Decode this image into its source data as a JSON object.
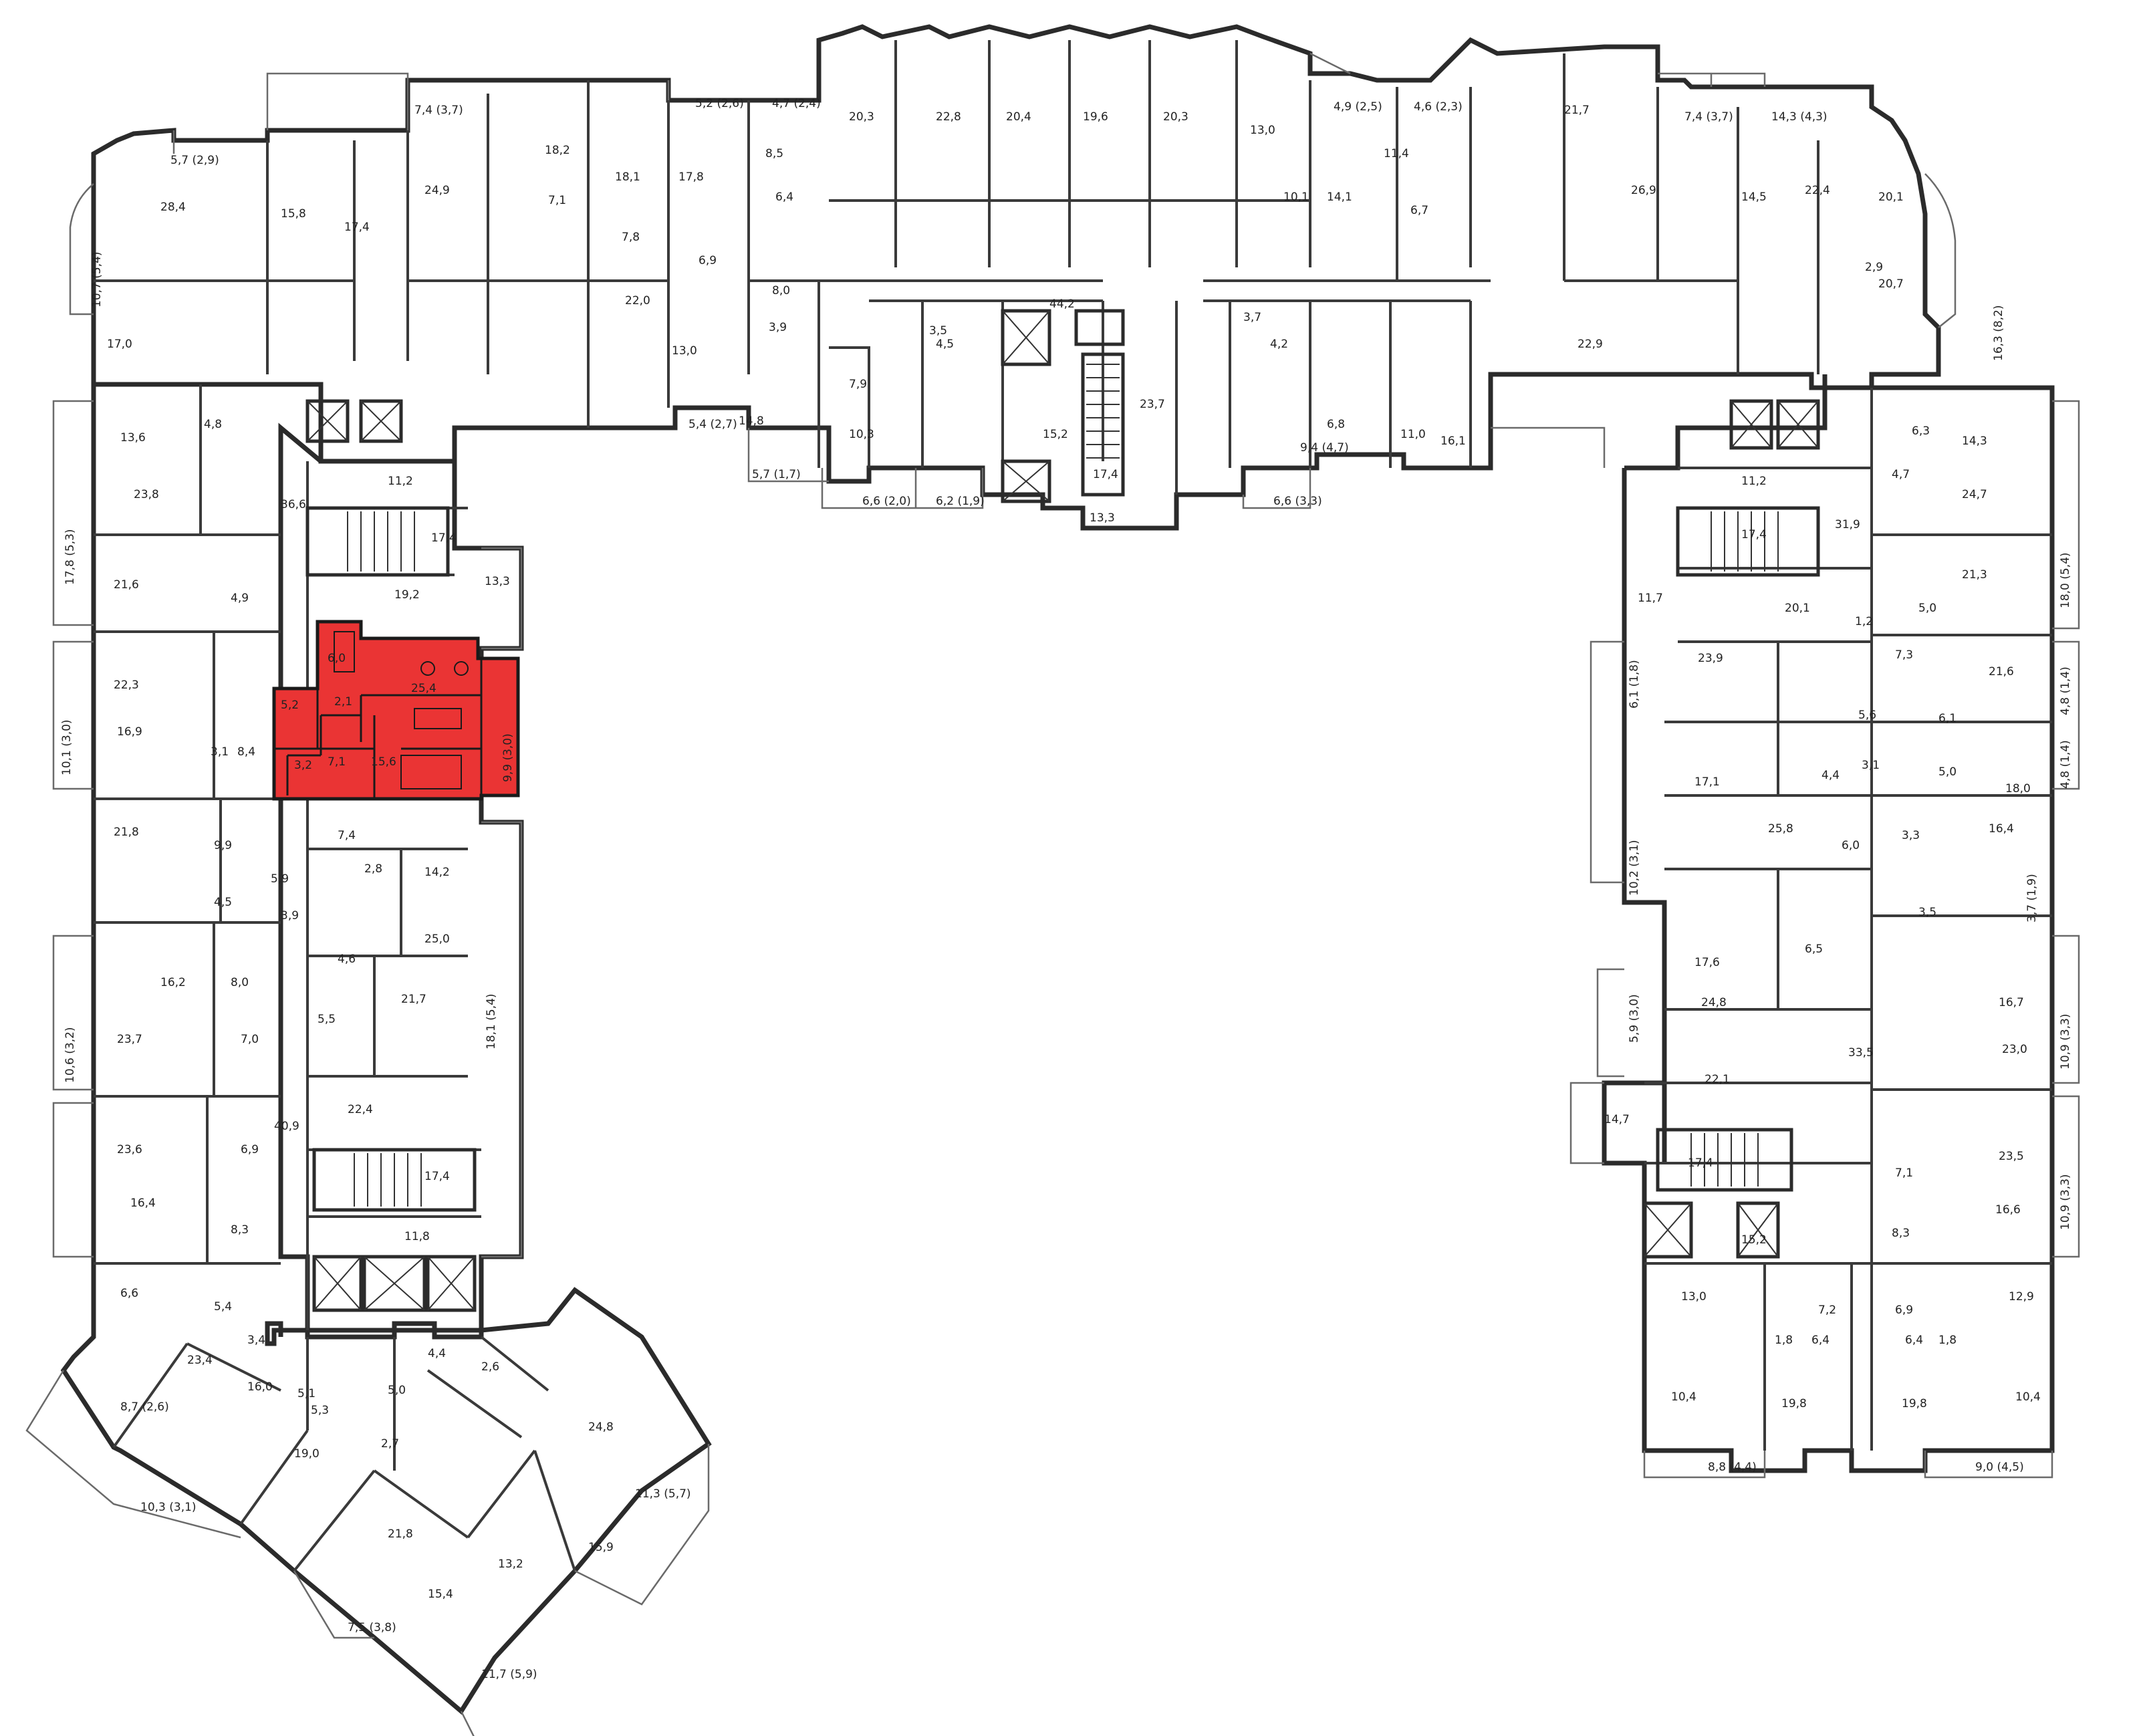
{
  "plan": {
    "highlight_color": "#ea3434",
    "highlighted_unit": {
      "rooms": [
        "6,0",
        "25,4",
        "5,2",
        "2,1",
        "3,2",
        "7,1",
        "15,6"
      ],
      "balcony": "9,9 (3,0)"
    },
    "room_labels_top": [
      "5,7 (2,9)",
      "28,4",
      "15,8",
      "17,4",
      "24,9",
      "7,4 (3,7)",
      "18,2",
      "18,1",
      "7,1",
      "7,8",
      "17,8",
      "5,2 (2,6)",
      "4,7 (2,4)",
      "8,5",
      "6,4",
      "6,9",
      "8,0",
      "3,9",
      "13,0",
      "22,0",
      "14,8",
      "20,3",
      "22,8",
      "20,4",
      "19,6",
      "20,3",
      "13,0",
      "4,9 (2,5)",
      "4,6 (2,3)",
      "11,4",
      "14,1",
      "6,7",
      "10,1",
      "21,7",
      "26,9",
      "7,4 (3,7)",
      "14,3 (4,3)",
      "22,4",
      "14,5",
      "20,1",
      "20,7",
      "2,9",
      "44,2",
      "23,7",
      "15,2",
      "17,4",
      "13,3",
      "10,3",
      "7,9",
      "4,5",
      "3,5",
      "6,6 (2,0)",
      "6,2 (1,9)",
      "6,6 (3,3)",
      "5,7 (1,7)",
      "5,4 (2,7)",
      "9,4 (4,7)",
      "22,9",
      "16,1",
      "11,0",
      "6,8",
      "4,2",
      "3,7",
      "16,3 (8,2)"
    ],
    "room_labels_left": [
      "10,7 (5,4)",
      "17,0",
      "13,6",
      "4,8",
      "23,8",
      "36,6",
      "11,2",
      "17,4",
      "17,8 (5,3)",
      "21,6",
      "4,9",
      "13,3",
      "19,2",
      "22,3",
      "10,1 (3,0)",
      "16,9",
      "3,1",
      "8,4",
      "21,8",
      "9,9",
      "5,9",
      "4,5",
      "7,4",
      "2,8",
      "14,2",
      "25,0",
      "3,9",
      "16,2",
      "8,0",
      "4,6",
      "21,7",
      "5,5",
      "18,1 (5,4)",
      "23,7",
      "7,0",
      "10,6 (3,2)",
      "22,4",
      "23,6",
      "6,9",
      "40,9",
      "17,4",
      "16,4",
      "8,3",
      "11,8",
      "6,6",
      "5,4",
      "3,4",
      "8,7 (2,6)",
      "23,4",
      "16,0",
      "19,0",
      "10,3 (3,1)",
      "5,1",
      "5,3",
      "5,0",
      "4,4",
      "2,7",
      "21,8",
      "15,4",
      "7,5 (3,8)",
      "11,7 (5,9)",
      "13,2",
      "15,9",
      "24,8",
      "11,3 (5,7)",
      "2,6"
    ],
    "room_labels_right": [
      "14,3",
      "6,3",
      "4,7",
      "24,7",
      "31,9",
      "11,2",
      "17,4",
      "21,3",
      "18,0 (5,4)",
      "11,7",
      "20,1",
      "5,0",
      "1,2",
      "7,3",
      "23,9",
      "21,6",
      "6,1 (1,8)",
      "5,6",
      "6,1",
      "4,8 (1,4)",
      "17,1",
      "4,4",
      "3,1",
      "5,0",
      "18,0",
      "4,8 (1,4)",
      "25,8",
      "6,0",
      "3,3",
      "16,4",
      "10,2 (3,1)",
      "3,7 (1,9)",
      "17,6",
      "6,5",
      "3,5",
      "24,8",
      "33,5",
      "16,7",
      "23,0",
      "5,9 (3,0)",
      "10,9 (3,3)",
      "22,1",
      "14,7",
      "17,4",
      "23,5",
      "7,1",
      "16,6",
      "15,2",
      "8,3",
      "10,9 (3,3)",
      "7,2",
      "6,9",
      "13,0",
      "12,9",
      "6,4",
      "6,4",
      "1,8",
      "1,8",
      "10,4",
      "19,8",
      "19,8",
      "10,4",
      "8,8 (4,4)",
      "9,0 (4,5)"
    ]
  }
}
